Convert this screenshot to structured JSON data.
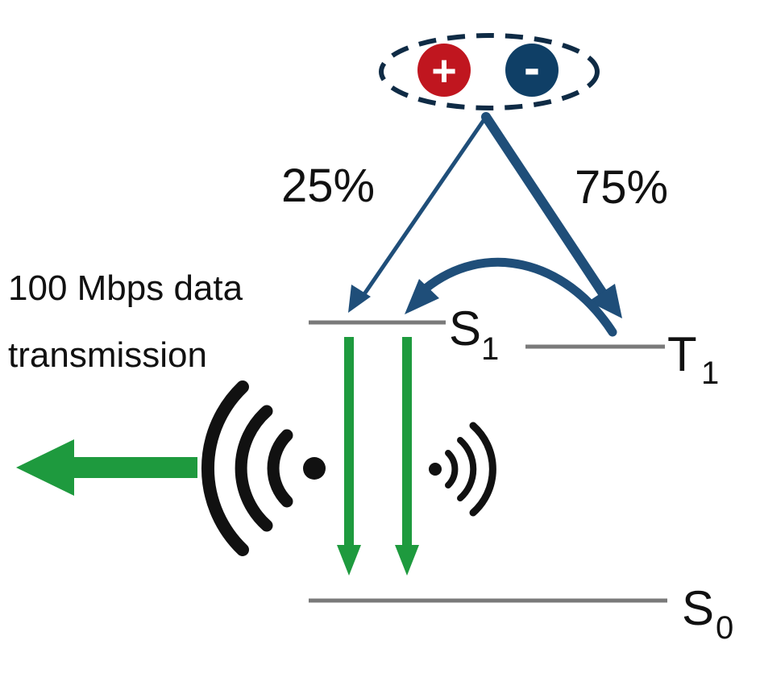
{
  "labels": {
    "singlet_pct": "25%",
    "triplet_pct": "75%",
    "caption_line1": "100 Mbps data",
    "caption_line2": "transmission"
  },
  "states": {
    "s1": {
      "main": "S",
      "sub": "1"
    },
    "t1": {
      "main": "T",
      "sub": "1"
    },
    "s0": {
      "main": "S",
      "sub": "0"
    }
  },
  "charges": {
    "positive": "+",
    "negative": "-"
  },
  "colors": {
    "arrow_blue": "#1f4e79",
    "charge_navy": "#0f3f66",
    "positive_red": "#c0161f",
    "emission_green": "#1e9a3e",
    "level_gray": "#7a7a7a",
    "ink": "#111111"
  },
  "icons": {
    "exciton": "dashed-ellipse-icon",
    "signal": "wireless-signal-icon",
    "output": "left-arrow-icon"
  }
}
